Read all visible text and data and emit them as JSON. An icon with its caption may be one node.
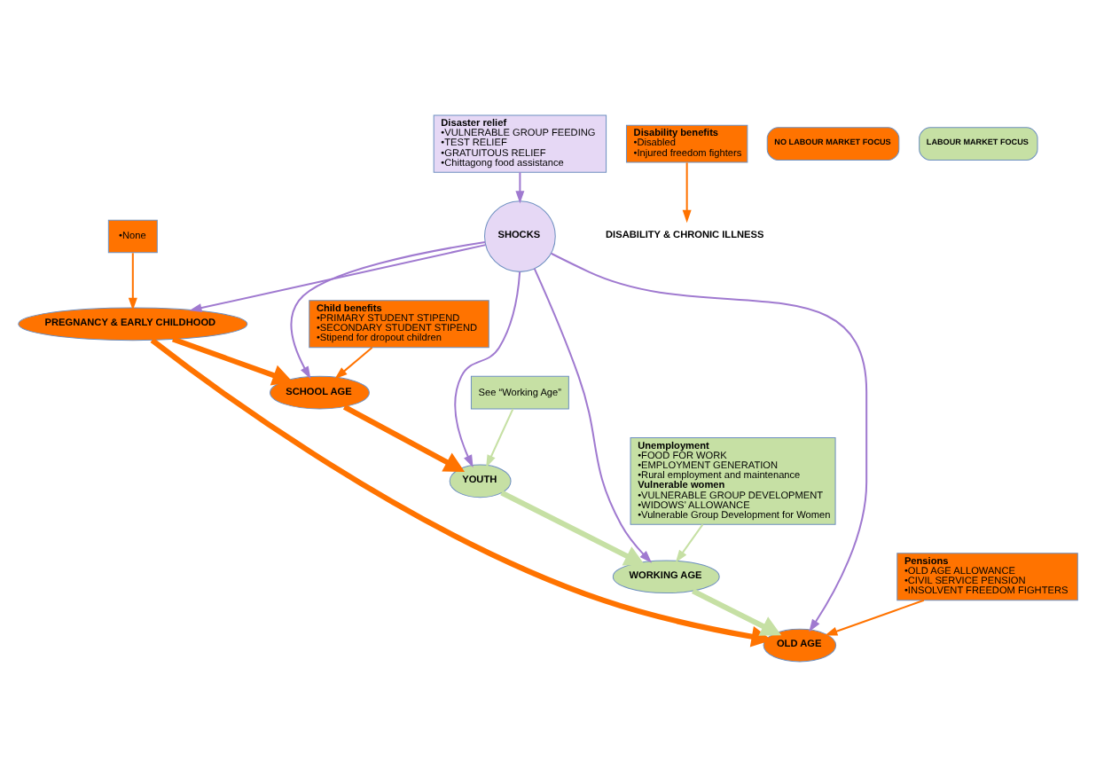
{
  "diagram": {
    "nodes": [
      {
        "text": [
          "PREGNANCY & EARLY CHILDHOOD"
        ]
      },
      {
        "text": [
          "SCHOOL AGE"
        ]
      },
      {
        "text": [
          "YOUTH"
        ]
      },
      {
        "text": [
          "WORKING AGE"
        ]
      },
      {
        "text": [
          "OLD AGE"
        ]
      },
      {
        "text": [
          "SHOCKS"
        ]
      },
      {
        "text": [
          "•None"
        ]
      },
      {
        "text": [
          "Child benefits",
          "•PRIMARY STUDENT STIPEND",
          "•SECONDARY STUDENT STIPEND",
          "•Stipend for dropout children"
        ]
      },
      {
        "text": [
          "Pensions",
          "•OLD AGE ALLOWANCE",
          "•CIVIL SERVICE PENSION",
          "•INSOLVENT FREEDOM FIGHTERS"
        ]
      },
      {
        "text": [
          "Disaster relief",
          "•VULNERABLE GROUP FEEDING",
          "•TEST RELIEF",
          "•GRATUITOUS RELIEF",
          "•Chittagong food assistance"
        ]
      },
      {
        "text": [
          "See “Working Age”"
        ]
      },
      {
        "text": [
          "Unemployment",
          "•FOOD FOR WORK",
          "•EMPLOYMENT GENERATION",
          "•Rural employment and maintenance",
          "Vulnerable women",
          "•VULNERABLE GROUP DEVELOPMENT",
          "•WIDOWS’ ALLOWANCE",
          "•Vulnerable Group Development for Women"
        ]
      },
      {
        "text": [
          "Disability benefits",
          "•Disabled",
          "•Injured freedom fighters"
        ]
      },
      {
        "text": [
          "DISABILITY & CHRONIC ILLNESS"
        ]
      }
    ],
    "edges": [
      {
        "from": 0,
        "to": 1,
        "arrow": "to",
        "style": "thick"
      },
      {
        "from": 1,
        "to": 2,
        "arrow": "to",
        "style": "thick"
      },
      {
        "from": 2,
        "to": 3,
        "arrow": "to",
        "style": "thick",
        "color": "#c6e0a4"
      },
      {
        "from": 3,
        "to": 4,
        "arrow": "to",
        "style": "thick",
        "color": "#c6e0a4"
      },
      {
        "from": 0,
        "to": 4,
        "arrow": "to",
        "style": "thick"
      },
      {
        "from": 5,
        "to": 0,
        "arrow": "to",
        "color": "#a07ad0"
      },
      {
        "from": 5,
        "to": 1,
        "arrow": "to",
        "color": "#a07ad0"
      },
      {
        "from": 5,
        "to": 2,
        "arrow": "to",
        "color": "#a07ad0"
      },
      {
        "from": 5,
        "to": 3,
        "arrow": "to",
        "color": "#a07ad0"
      },
      {
        "from": 5,
        "to": 4,
        "arrow": "to",
        "color": "#a07ad0"
      },
      {
        "from": 6,
        "to": 0,
        "arrow": "to"
      },
      {
        "from": 7,
        "to": 1,
        "arrow": "to"
      },
      {
        "from": 8,
        "to": 4,
        "arrow": "to"
      },
      {
        "from": 9,
        "to": 5,
        "arrow": "to",
        "color": "#a07ad0"
      },
      {
        "from": 10,
        "to": 2,
        "arrow": "to",
        "color": "#c6e0a4"
      },
      {
        "from": 11,
        "to": 3,
        "arrow": "to",
        "color": "#c6e0a4"
      },
      {
        "from": 12,
        "to": 13,
        "arrow": "to"
      }
    ],
    "legend": [
      {
        "text": "NO LABOUR MARKET FOCUS",
        "color": "#ff7300"
      },
      {
        "text": "LABOUR MARKET FOCUS",
        "color": "#c6e0a4"
      }
    ]
  }
}
